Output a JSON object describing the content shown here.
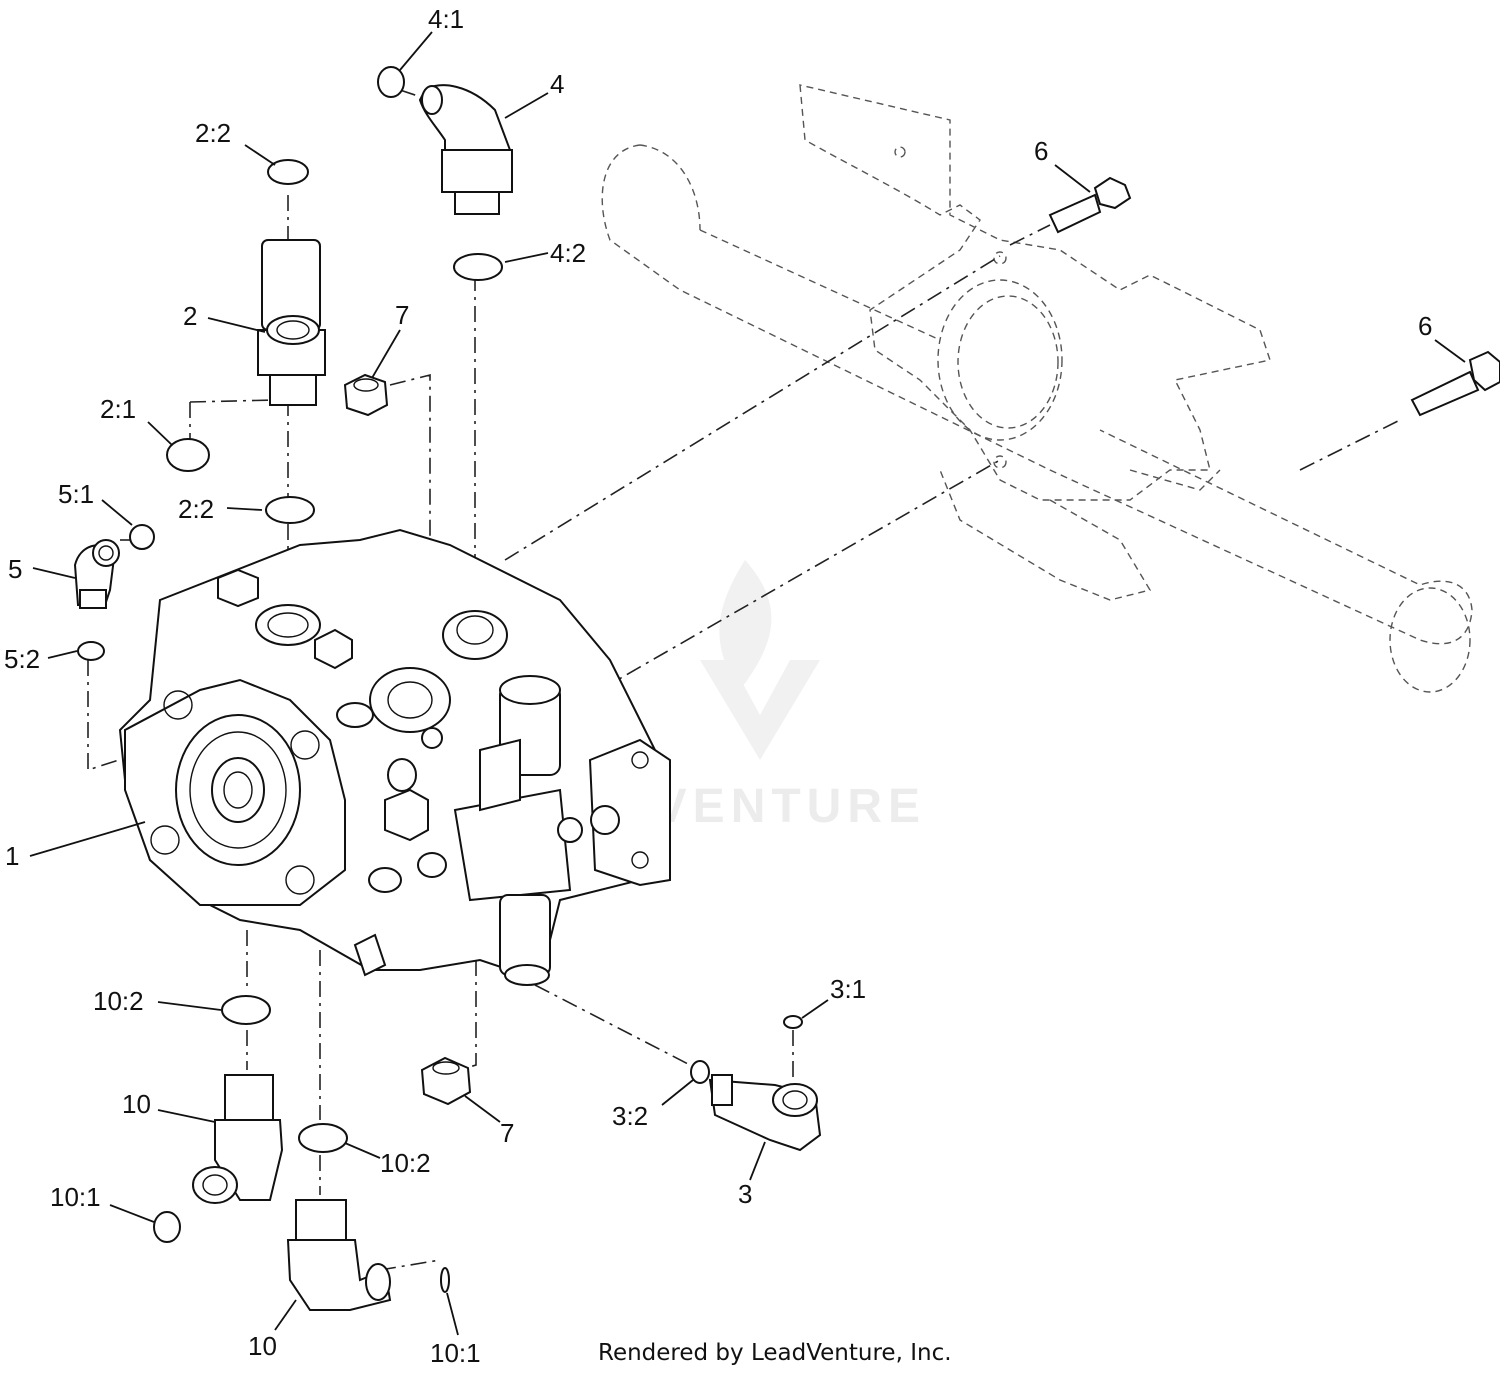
{
  "callouts": [
    {
      "id": "c-4-1",
      "text": "4:1"
    },
    {
      "id": "c-4",
      "text": "4"
    },
    {
      "id": "c-2-2a",
      "text": "2:2"
    },
    {
      "id": "c-4-2",
      "text": "4:2"
    },
    {
      "id": "c-6a",
      "text": "6"
    },
    {
      "id": "c-6b",
      "text": "6"
    },
    {
      "id": "c-2",
      "text": "2"
    },
    {
      "id": "c-7a",
      "text": "7"
    },
    {
      "id": "c-2-1",
      "text": "2:1"
    },
    {
      "id": "c-5-1",
      "text": "5:1"
    },
    {
      "id": "c-2-2b",
      "text": "2:2"
    },
    {
      "id": "c-5",
      "text": "5"
    },
    {
      "id": "c-5-2",
      "text": "5:2"
    },
    {
      "id": "c-1",
      "text": "1"
    },
    {
      "id": "c-10-2a",
      "text": "10:2"
    },
    {
      "id": "c-3-1",
      "text": "3:1"
    },
    {
      "id": "c-10a",
      "text": "10"
    },
    {
      "id": "c-7b",
      "text": "7"
    },
    {
      "id": "c-3-2",
      "text": "3:2"
    },
    {
      "id": "c-10-2b",
      "text": "10:2"
    },
    {
      "id": "c-3",
      "text": "3"
    },
    {
      "id": "c-10-1a",
      "text": "10:1"
    },
    {
      "id": "c-10b",
      "text": "10"
    },
    {
      "id": "c-10-1b",
      "text": "10:1"
    }
  ],
  "watermark": "LEADVENTURE",
  "credit": "Rendered by LeadVenture, Inc."
}
